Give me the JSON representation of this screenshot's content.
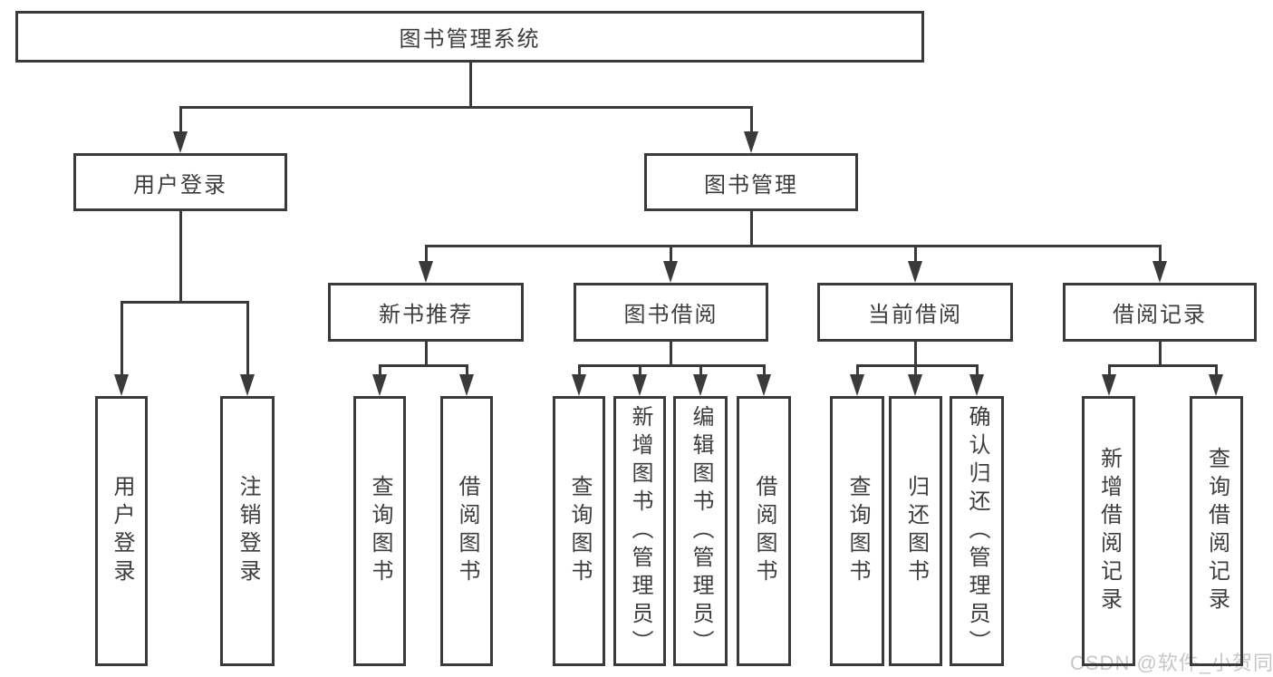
{
  "tree": {
    "label": "图书管理系统",
    "children": [
      {
        "label": "用户登录",
        "children": [
          {
            "label": "用户登录"
          },
          {
            "label": "注销登录"
          }
        ]
      },
      {
        "label": "图书管理",
        "children": [
          {
            "label": "新书推荐",
            "children": [
              {
                "label": "查询图书"
              },
              {
                "label": "借阅图书"
              }
            ]
          },
          {
            "label": "图书借阅",
            "children": [
              {
                "label": "查询图书"
              },
              {
                "label": "新增图书（管理员）"
              },
              {
                "label": "编辑图书（管理员）"
              },
              {
                "label": "借阅图书"
              }
            ]
          },
          {
            "label": "当前借阅",
            "children": [
              {
                "label": "查询图书"
              },
              {
                "label": "归还图书"
              },
              {
                "label": "确认归还（管理员）"
              }
            ]
          },
          {
            "label": "借阅记录",
            "children": [
              {
                "label": "新增借阅记录"
              },
              {
                "label": "查询借阅记录"
              }
            ]
          }
        ]
      }
    ]
  },
  "watermark": {
    "text": "CSDN @软件_小贺同学"
  },
  "colors": {
    "line": "#3a3a3a",
    "text": "#3d3d3d",
    "watermark": "#c7c7c7"
  }
}
